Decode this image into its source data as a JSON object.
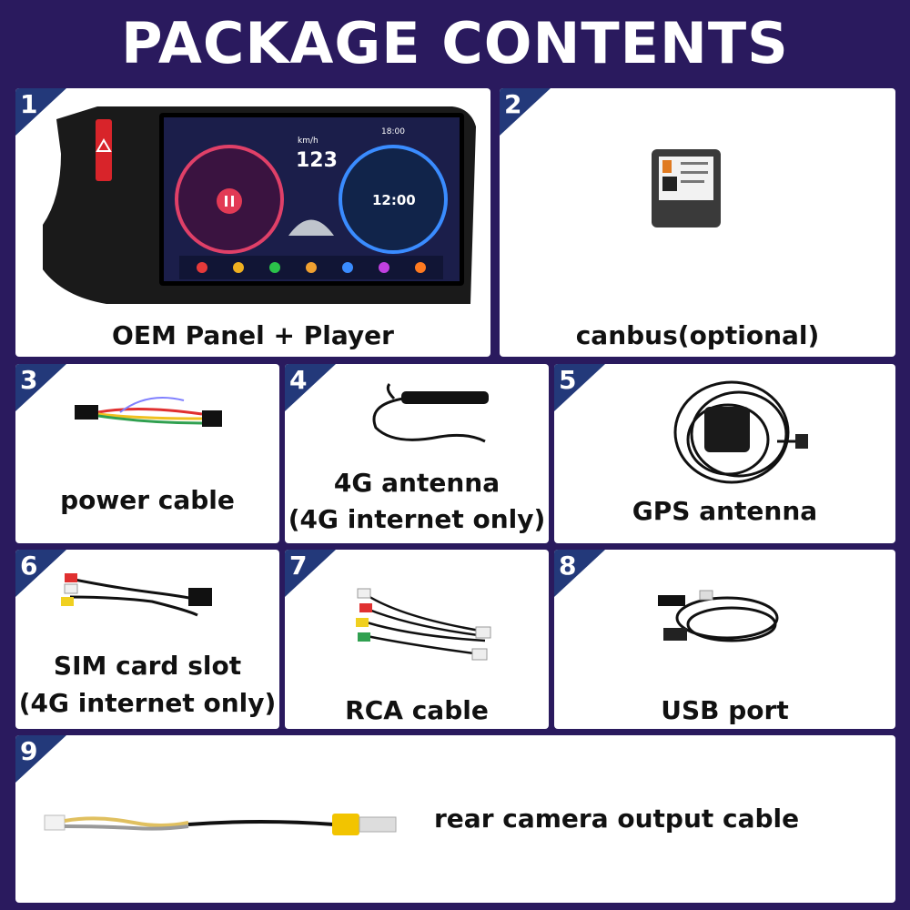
{
  "title": "PACKAGE CONTENTS",
  "colors": {
    "background": "#2a1a5e",
    "badge": "#23397a",
    "card": "#ffffff"
  },
  "items": [
    {
      "num": "1",
      "label": "OEM Panel + Player"
    },
    {
      "num": "2",
      "label": "canbus(optional)"
    },
    {
      "num": "3",
      "label": "power cable"
    },
    {
      "num": "4",
      "label": "4G antenna",
      "label2": "(4G internet only)"
    },
    {
      "num": "5",
      "label": "GPS antenna"
    },
    {
      "num": "6",
      "label": "SIM card slot",
      "label2": "(4G internet only)"
    },
    {
      "num": "7",
      "label": "RCA cable"
    },
    {
      "num": "8",
      "label": "USB port"
    },
    {
      "num": "9",
      "label": "rear camera output cable"
    }
  ],
  "screen": {
    "time": "18:00",
    "speed": "123",
    "clock": "12:00",
    "speed_unit": "km/h"
  }
}
